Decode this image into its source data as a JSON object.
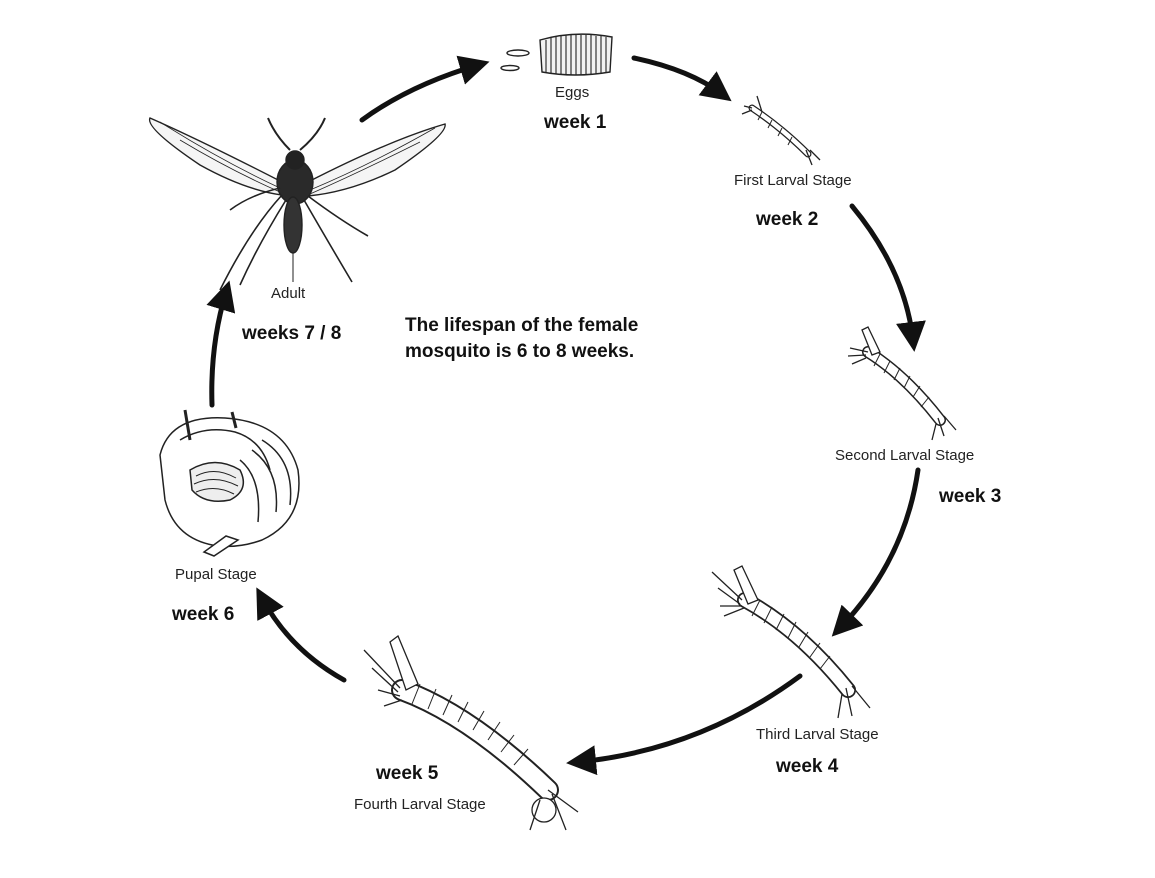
{
  "stages": [
    {
      "id": "eggs",
      "name": "Eggs",
      "week": "week 1"
    },
    {
      "id": "first-larval",
      "name": "First Larval Stage",
      "week": "week 2"
    },
    {
      "id": "second-larval",
      "name": "Second Larval Stage",
      "week": "week 3"
    },
    {
      "id": "third-larval",
      "name": "Third Larval Stage",
      "week": "week 4"
    },
    {
      "id": "fourth-larval",
      "name": "Fourth Larval Stage",
      "week": "week 5"
    },
    {
      "id": "pupal",
      "name": "Pupal Stage",
      "week": "week 6"
    },
    {
      "id": "adult",
      "name": "Adult",
      "week": "weeks 7 / 8"
    }
  ],
  "center_note": "The lifespan of the female mosquito is 6 to 8 weeks.",
  "colors": {
    "ink": "#111111",
    "paper": "#ffffff"
  }
}
